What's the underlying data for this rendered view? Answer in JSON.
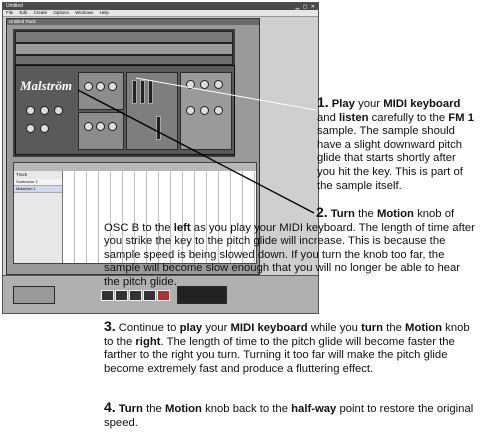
{
  "screenshot": {
    "title": "Untitled",
    "doc_title": "Untitled Rack",
    "menu": [
      "File",
      "Edit",
      "Create",
      "Options",
      "Windows",
      "Help"
    ],
    "instrument_name": "Malström",
    "seq_track_header": "Track",
    "track_names": [
      "Subtractor 1",
      "Malström 1"
    ]
  },
  "steps": [
    {
      "num": "1.",
      "parts": [
        {
          "t": "Play",
          "b": true
        },
        {
          "t": " your ",
          "b": false
        },
        {
          "t": "MIDI keyboard",
          "b": true
        },
        {
          "t": " and ",
          "b": false
        },
        {
          "t": "listen",
          "b": true
        },
        {
          "t": " carefully to the ",
          "b": false
        },
        {
          "t": "FM 1",
          "b": true
        },
        {
          "t": " sample. The sample should have a slight downward pitch glide that starts shortly after you hit the key. This is part of the sample itself.",
          "b": false
        }
      ]
    },
    {
      "num": "2.",
      "parts": [
        {
          "t": "Turn",
          "b": true
        },
        {
          "t": " the ",
          "b": false
        },
        {
          "t": "Motion",
          "b": true
        },
        {
          "t": " knob of OSC B to the ",
          "b": false
        },
        {
          "t": "left",
          "b": true
        },
        {
          "t": " as you play your MIDI keyboard. The length of time after you strike the key to the pitch glide will increase. This is because the sample speed is being slowed down. If you turn the knob too far, the sample will become slow enough that you will no longer be able to hear the pitch glide.",
          "b": false
        }
      ]
    },
    {
      "num": "3.",
      "parts": [
        {
          "t": "Continue to ",
          "b": false
        },
        {
          "t": "play",
          "b": true
        },
        {
          "t": " your ",
          "b": false
        },
        {
          "t": "MIDI keyboard",
          "b": true
        },
        {
          "t": " while you ",
          "b": false
        },
        {
          "t": "turn",
          "b": true
        },
        {
          "t": " the ",
          "b": false
        },
        {
          "t": "Motion",
          "b": true
        },
        {
          "t": " knob to the ",
          "b": false
        },
        {
          "t": "right",
          "b": true
        },
        {
          "t": ". The length of time to the pitch glide will become faster the farther to the right you turn. Turning it too far will make the pitch glide become extremely fast and produce a fluttering effect.",
          "b": false
        }
      ]
    },
    {
      "num": "4.",
      "parts": [
        {
          "t": "Turn",
          "b": true
        },
        {
          "t": " the ",
          "b": false
        },
        {
          "t": "Motion",
          "b": true
        },
        {
          "t": " knob back to the ",
          "b": false
        },
        {
          "t": "half-way",
          "b": true
        },
        {
          "t": " point to restore the original speed.",
          "b": false
        }
      ]
    }
  ]
}
